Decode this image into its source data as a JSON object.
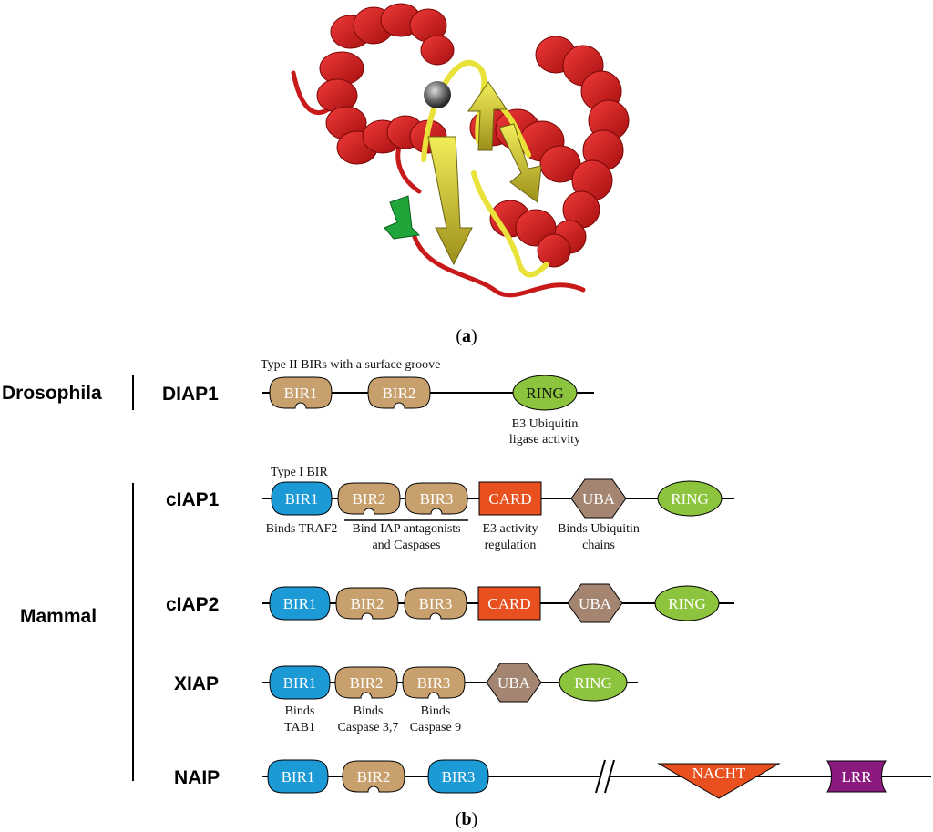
{
  "panel_a": {
    "caption": "(a)",
    "caption_letter": "a"
  },
  "panel_b": {
    "caption": "(b)",
    "caption_letter": "b",
    "organisms": {
      "drosophila": "Drosophila",
      "mammal": "Mammal"
    },
    "proteins": {
      "diap1": {
        "name": "DIAP1",
        "domains": [
          "BIR1",
          "BIR2",
          "RING"
        ],
        "notes": {
          "header": "Type II BIRs with a surface groove",
          "ring": [
            "E3 Ubiquitin",
            "ligase activity"
          ]
        }
      },
      "ciap1": {
        "name": "cIAP1",
        "domains": [
          "BIR1",
          "BIR2",
          "BIR3",
          "CARD",
          "UBA",
          "RING"
        ],
        "notes": {
          "header": "Type I BIR",
          "bir1": "Binds TRAF2",
          "bir23": [
            "Bind IAP antagonists",
            "and Caspases"
          ],
          "card": [
            "E3 activity",
            "regulation"
          ],
          "uba": [
            "Binds Ubiquitin",
            "chains"
          ]
        }
      },
      "ciap2": {
        "name": "cIAP2",
        "domains": [
          "BIR1",
          "BIR2",
          "BIR3",
          "CARD",
          "UBA",
          "RING"
        ]
      },
      "xiap": {
        "name": "XIAP",
        "domains": [
          "BIR1",
          "BIR2",
          "BIR3",
          "UBA",
          "RING"
        ],
        "notes": {
          "bir1": [
            "Binds",
            "TAB1"
          ],
          "bir2": [
            "Binds",
            "Caspase 3,7"
          ],
          "bir3": [
            "Binds",
            "Caspase 9"
          ]
        }
      },
      "naip": {
        "name": "NAIP",
        "domains": [
          "BIR1",
          "BIR2",
          "BIR3",
          "NACHT",
          "LRR"
        ]
      }
    },
    "colors": {
      "type1_bir": "#1b9ad6",
      "type2_bir": "#c8a06e",
      "ring": "#8cc43e",
      "card": "#e8501f",
      "uba": "#a38572",
      "nacht": "#e8501f",
      "lrr": "#8b1a7e"
    }
  },
  "structure_colors": {
    "helix": "#d81f1f",
    "sheet": "#e5e23a",
    "peptide": "#1fa53a",
    "zinc": "#555555"
  }
}
